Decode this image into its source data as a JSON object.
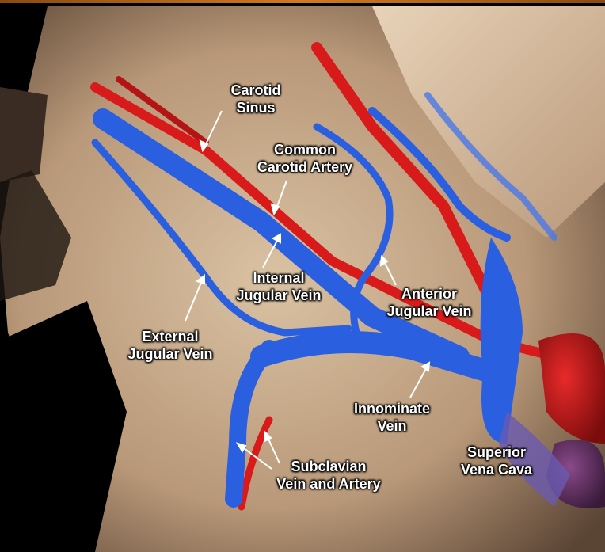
{
  "labels": {
    "carotid_sinus": [
      "Carotid",
      "Sinus"
    ],
    "common_carotid_artery": [
      "Common",
      "Carotid Artery"
    ],
    "internal_jugular_vein": [
      "Internal",
      "Jugular Vein"
    ],
    "anterior_jugular_vein": [
      "Anterior",
      "Jugular Vein"
    ],
    "external_jugular_vein": [
      "External",
      "Jugular Vein"
    ],
    "innominate_vein": [
      "Innominate",
      "Vein"
    ],
    "superior_vena_cava": [
      "Superior",
      "Vena Cava"
    ],
    "subclavian": [
      "Subclavian",
      "Vein and Artery"
    ]
  },
  "colors": {
    "background": "#000000",
    "skin": "#c9ad8c",
    "vein": "#2a5fe0",
    "artery": "#d81a1a",
    "heart": "#b01818",
    "label_text": "#ffffff"
  }
}
